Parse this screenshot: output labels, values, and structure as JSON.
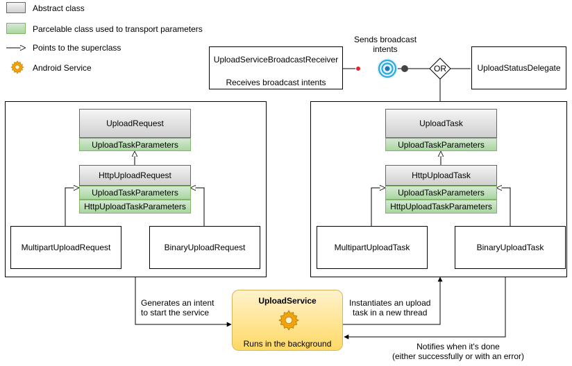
{
  "legend": {
    "abstract": "Abstract class",
    "parcelable": "Parcelable class used to transport parameters",
    "superclass": "Points to the superclass",
    "service": "Android Service"
  },
  "receiver": {
    "title": "UploadServiceBroadcastReceiver",
    "subtitle": "Receives broadcast intents"
  },
  "broadcast_label": "Sends broadcast\nintents",
  "or_label": "OR",
  "delegate": "UploadStatusDelegate",
  "left_group": {
    "base": "UploadRequest",
    "base_params": "UploadTaskParameters",
    "http": "HttpUploadRequest",
    "http_params1": "UploadTaskParameters",
    "http_params2": "HttpUploadTaskParameters",
    "multipart": "MultipartUploadRequest",
    "binary": "BinaryUploadRequest"
  },
  "right_group": {
    "base": "UploadTask",
    "base_params": "UploadTaskParameters",
    "http": "HttpUploadTask",
    "http_params1": "UploadTaskParameters",
    "http_params2": "HttpUploadTaskParameters",
    "multipart": "MultipartUploadTask",
    "binary": "BinaryUploadTask"
  },
  "service": {
    "title": "UploadService",
    "subtitle": "Runs in the background"
  },
  "edges": {
    "generates": "Generates an intent\nto start the service",
    "instantiates": "Instantiates an upload\ntask in a new thread",
    "notifies": "Notifies when it's done\n(either successfully or with an error)"
  },
  "colors": {
    "abstract_top": "#f4f4f4",
    "abstract_bottom": "#cfcfcf",
    "parcelable_top": "#d5e8d4",
    "parcelable_bottom": "#a9d79f",
    "service_top": "#fff2cc",
    "service_bottom": "#ffd966",
    "service_border": "#d6b656",
    "gear": "#f0a30a"
  },
  "icons": {
    "service": "gear-icon",
    "broadcast": "broadcast-icon"
  }
}
